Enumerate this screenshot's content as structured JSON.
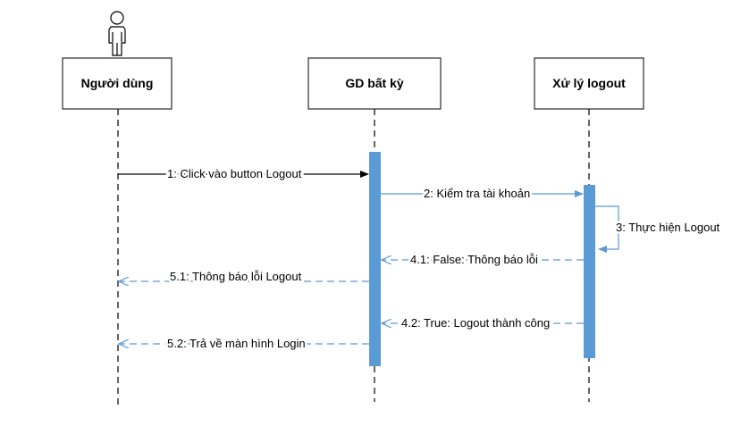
{
  "participants": [
    {
      "label": "Người dùng",
      "has_actor": true
    },
    {
      "label": "GD bất kỳ"
    },
    {
      "label": "Xử lý logout"
    }
  ],
  "messages": [
    {
      "label": "1: Click vào button Logout",
      "style": "solid"
    },
    {
      "label": "2: Kiểm tra tài khoản",
      "style": "solid"
    },
    {
      "label": "3: Thực hiện Logout",
      "style": "self"
    },
    {
      "label": "4.1: False: Thông báo lỗi",
      "style": "dashed"
    },
    {
      "label": "5.1: Thông báo lỗi Logout",
      "style": "dashed"
    },
    {
      "label": "4.2: True: Logout thành công",
      "style": "dashed"
    },
    {
      "label": "5.2: Trả về màn hình Login",
      "style": "dashed"
    }
  ],
  "colors": {
    "activation": "#5b9bd5",
    "message_blue": "#5b9bd5",
    "black": "#000000"
  }
}
